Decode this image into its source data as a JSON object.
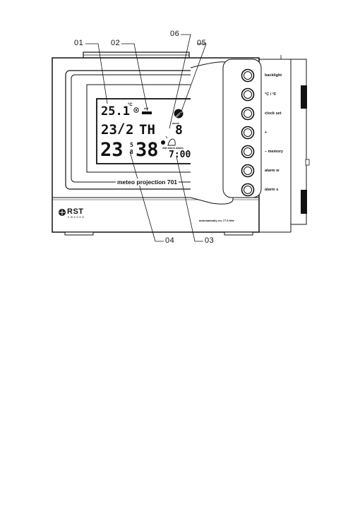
{
  "callouts": [
    "01",
    "02",
    "06",
    "05",
    "04",
    "03"
  ],
  "buttons": [
    "backlight",
    "°C / °F",
    "clock set",
    "+",
    "– memory",
    "alarm w",
    "alarm s"
  ],
  "product_name": "meteo projection 701",
  "brand": {
    "name": "RST",
    "sub": "SWEDEN"
  },
  "radio_note": "automatically rec 77.5 kHz",
  "lcd": {
    "temperature": "25.1",
    "temp_unit": "°C",
    "dcf_label": "dcf",
    "date_day": "23",
    "date_month": "2",
    "weekday": "TH",
    "week_label": "week",
    "week_number": "8",
    "hours": "23",
    "minutes": "38",
    "seconds_top": "5",
    "seconds_bottom": "8",
    "alarm_labels": "AM  alarm  alarm",
    "alarm_time": "7:00"
  },
  "colors": {
    "line": "#111111",
    "background": "#ffffff"
  }
}
